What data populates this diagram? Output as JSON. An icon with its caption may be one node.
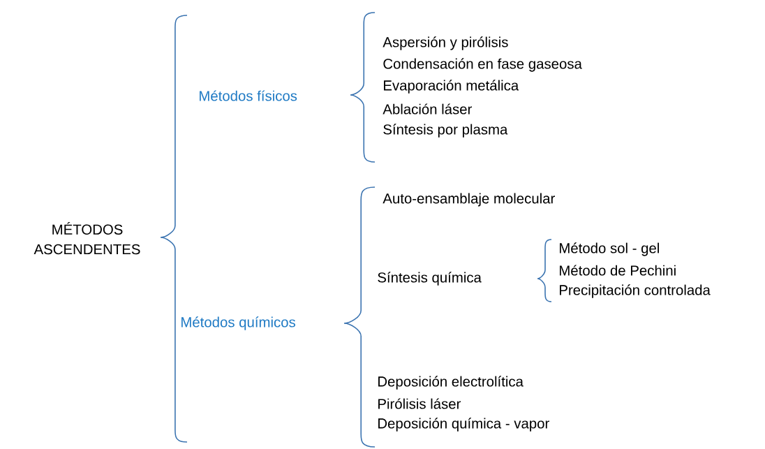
{
  "diagram": {
    "labels": [
      "MÉTODOS",
      "ASCENDENTES",
      "Métodos físicos",
      "Aspersión y pirólisis",
      "Condensación en fase gaseosa",
      "Evaporación metálica",
      "Ablación láser",
      "Síntesis por plasma",
      "Métodos químicos",
      "Auto-ensamblaje molecular",
      "Síntesis química",
      "Método sol - gel",
      "Método de Pechini",
      "Precipitación controlada",
      "Deposición electrolítica",
      "Pirólisis láser",
      "Deposición química - vapor"
    ]
  }
}
